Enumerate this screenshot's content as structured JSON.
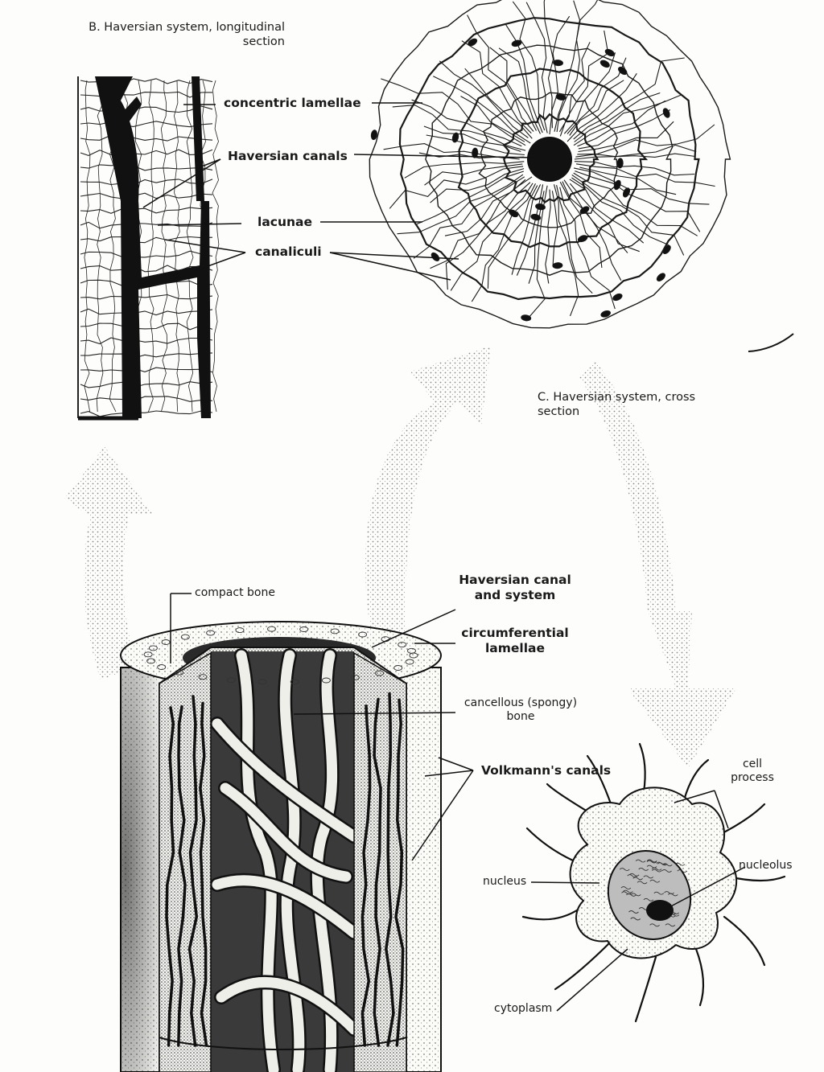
{
  "captions": {
    "longitudinal": "B. Haversian system, longitudinal\nsection",
    "cross": "C. Haversian system, cross\nsection"
  },
  "labels": {
    "concentric_lamellae": "concentric lamellae",
    "haversian_canals": "Haversian canals",
    "lacunae": "lacunae",
    "canaliculi": "canaliculi",
    "compact_bone": "compact bone",
    "haversian_canal_system": "Haversian canal\nand system",
    "circumferential_lamellae": "circumferential\nlamellae",
    "cancellous_bone": "cancellous (spongy)\nbone",
    "volkmanns_canals": "Volkmann's canals",
    "cell_process": "cell\nprocess",
    "nucleolus": "nucleolus",
    "nucleus": "nucleus",
    "cytoplasm": "cytoplasm"
  },
  "colors": {
    "ink": "#1a1a1a",
    "arrow": "#bdbdbd",
    "paper": "#fdfdfb"
  }
}
